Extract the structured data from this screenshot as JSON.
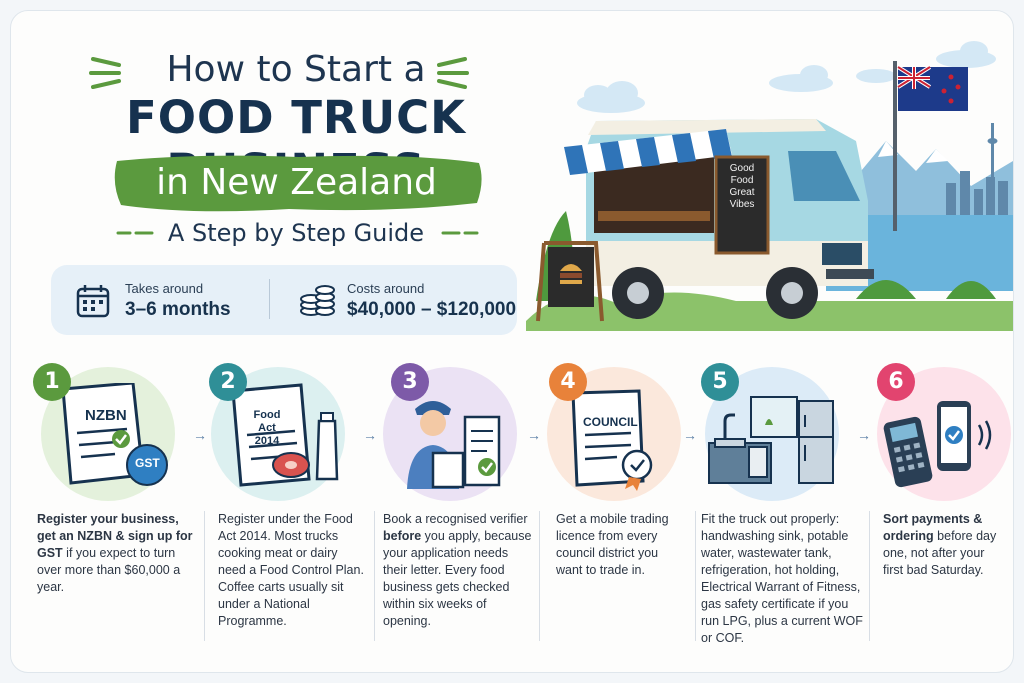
{
  "header": {
    "line1": "How to Start a",
    "line2": "FOOD TRUCK BUSINESS",
    "line3": "in New Zealand",
    "line4": "A Step by Step Guide"
  },
  "info": {
    "time_label": "Takes around",
    "time_value": "3–6 months",
    "cost_label": "Costs around",
    "cost_value": "$40,000 – $120,000"
  },
  "truck": {
    "chalkboard": [
      "Good",
      "Food",
      "Great",
      "Vibes"
    ]
  },
  "steps": [
    {
      "number": "1",
      "icon_text_1": "NZBN",
      "icon_text_2": "GST",
      "text_bold_1": "Register your business, get an NZBN & sign up for GST",
      "text_2": " if you expect to turn over more than $60,000 a year."
    },
    {
      "number": "2",
      "icon_text_1": "Food Act",
      "icon_text_2": "2014",
      "text_1": "Register under the Food Act 2014. Most trucks cooking meat or dairy need a Food Control Plan. Coffee carts usually sit under a National Programme."
    },
    {
      "number": "3",
      "text_1": "Book a recognised verifier ",
      "text_bold_1": "before",
      "text_2": " you apply, because your application needs their letter. Every food business gets checked within six weeks of opening."
    },
    {
      "number": "4",
      "icon_text_1": "COUNCIL",
      "text_1": "Get a mobile trading licence from every council district you want to trade in."
    },
    {
      "number": "5",
      "text_1": "Fit the truck out properly: handwashing sink, potable water, wastewater tank, refrigeration, hot holding, Electrical Warrant of Fitness, gas safety certificate if you run LPG, plus a current WOF or COF."
    },
    {
      "number": "6",
      "text_bold_1": "Sort payments & ordering",
      "text_2": " before day one, not after your first bad Saturday."
    }
  ],
  "colors": {
    "navy": "#16324f",
    "green": "#5b9a3e",
    "teal": "#2f8f97",
    "purple": "#7d5aa8",
    "orange": "#e8823a",
    "blue": "#2f7fc2",
    "pink": "#e2446f",
    "truck_body": "#a6d8e3"
  }
}
